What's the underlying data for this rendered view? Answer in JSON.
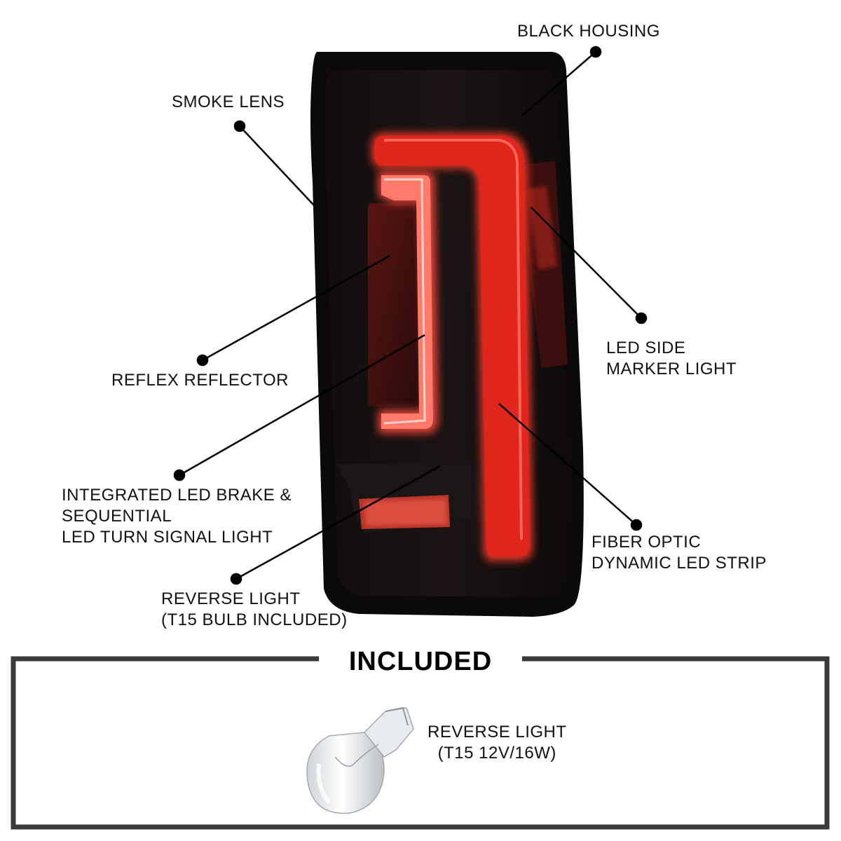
{
  "callouts": {
    "black_housing": "BLACK HOUSING",
    "smoke_lens": "SMOKE LENS",
    "led_side_marker": [
      "LED SIDE",
      "MARKER LIGHT"
    ],
    "reflex_reflector": "REFLEX REFLECTOR",
    "integrated_led": [
      "INTEGRATED LED BRAKE &",
      "SEQUENTIAL",
      "LED TURN SIGNAL LIGHT"
    ],
    "fiber_optic": [
      "FIBER OPTIC",
      "DYNAMIC LED STRIP"
    ],
    "reverse_light": [
      "REVERSE LIGHT",
      "(T15 BULB INCLUDED)"
    ]
  },
  "included": {
    "title": "INCLUDED",
    "item_lines": [
      "REVERSE LIGHT",
      "(T15 12V/16W)"
    ]
  },
  "colors": {
    "housing": "#0c0a0a",
    "led_red": "#e0261a",
    "leader_line": "#000000",
    "frame": "#3a3a3a"
  }
}
